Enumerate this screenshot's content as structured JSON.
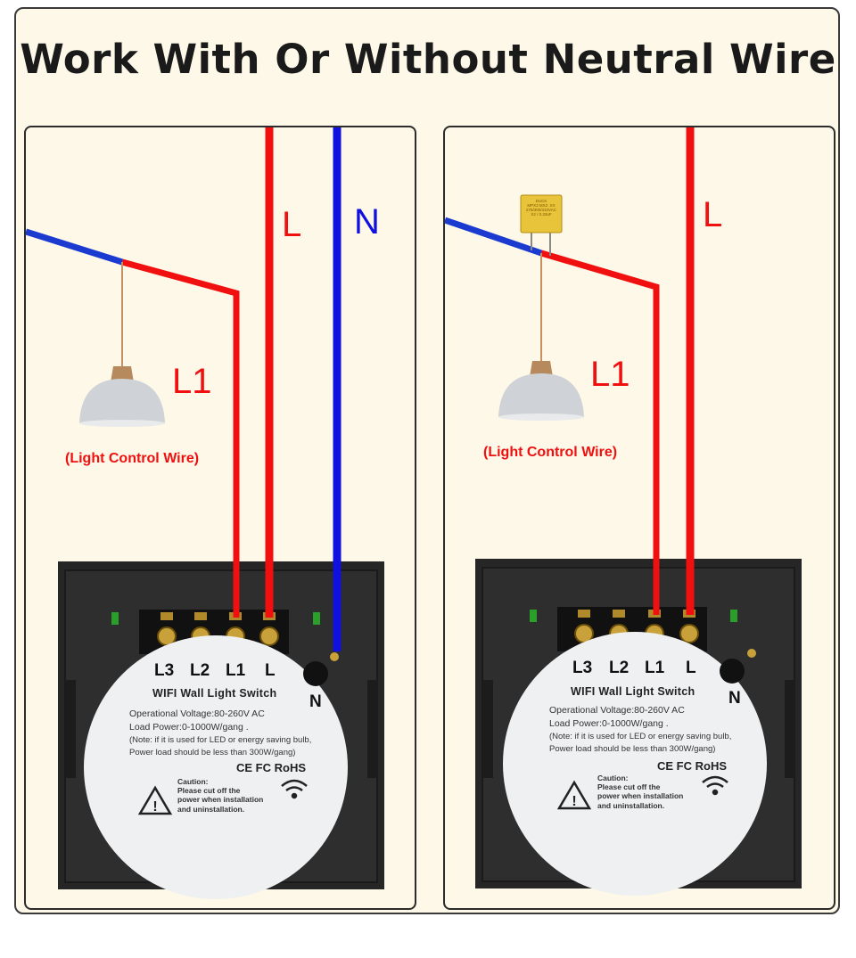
{
  "title": "Work With Or Without Neutral Wire",
  "colors": {
    "live": "#f01010",
    "neutral": "#1010e0",
    "panel_bg": "#fdf8e8",
    "switch_body": "#2a2a2a",
    "label_disc": "#eef0f1"
  },
  "panels": [
    {
      "wire_labels": {
        "l": "L",
        "n": "N",
        "l1": "L1"
      },
      "control_note": "(Light Control Wire)",
      "switch": {
        "terminals": [
          "L3",
          "L2",
          "L1",
          "L"
        ],
        "neutral_terminal": "N",
        "product_name": "WIFI Wall Light Switch",
        "specs": [
          "Operational Voltage:80-260V AC",
          "Load Power:0-1000W/gang .",
          "(Note: if it is used for LED or energy saving bulb,",
          "Power load should be less than 300W/gang)"
        ],
        "cert_marks": "CE FC RoHS",
        "caution": [
          "Caution:",
          "Please cut off the",
          "power when installation",
          "and uninstallation."
        ]
      }
    },
    {
      "wire_labels": {
        "l": "L",
        "l1": "L1"
      },
      "control_note": "(Light Control Wire)",
      "capacitor_text": [
        "DUCK",
        "MPX3 MX2 .XX",
        "275/300/310VAC",
        "X2 / 0.33uF"
      ],
      "switch": {
        "terminals": [
          "L3",
          "L2",
          "L1",
          "L"
        ],
        "neutral_terminal": "N",
        "product_name": "WIFI Wall Light Switch",
        "specs": [
          "Operational Voltage:80-260V AC",
          "Load Power:0-1000W/gang .",
          "(Note: if it is used for LED or energy saving bulb,",
          "Power load should be less than 300W/gang)"
        ],
        "cert_marks": "CE FC RoHS",
        "caution": [
          "Caution:",
          "Please cut off the",
          "power when installation",
          "and uninstallation."
        ]
      }
    }
  ]
}
